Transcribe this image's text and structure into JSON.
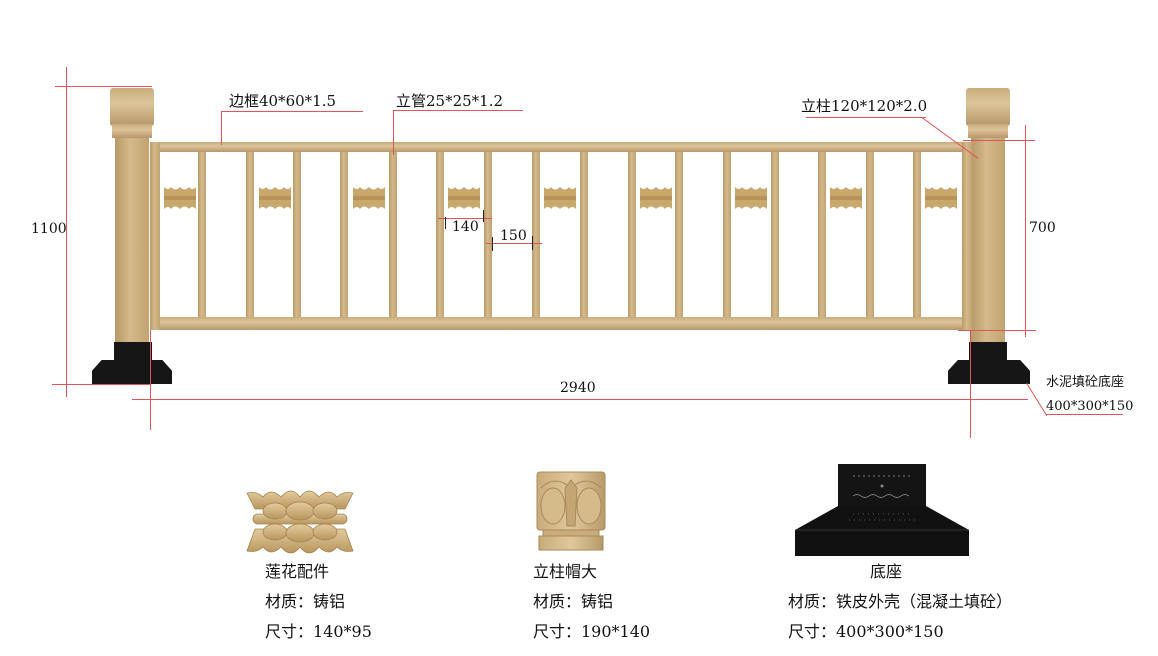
{
  "drawing": {
    "labels": {
      "frame": "边框40*60*1.5",
      "tube": "立管25*25*1.2",
      "post": "立柱120*120*2.0",
      "base_name": "水泥填砼底座",
      "base_size": "400*300*150"
    },
    "dimensions": {
      "total_height": "1100",
      "panel_height": "700",
      "total_length": "2940",
      "ornament_width": "140",
      "bar_gap": "150"
    },
    "colors": {
      "metal": "#c9ad7e",
      "dim_line": "#e0555a",
      "base": "#161616"
    }
  },
  "parts": [
    {
      "name": "莲花配件",
      "material": "材质：铸铝",
      "size": "尺寸：140*95"
    },
    {
      "name": "立柱帽大",
      "material": "材质：铸铝",
      "size": "尺寸：190*140"
    },
    {
      "name": "底座",
      "material": "材质：铁皮外壳（混凝土填砼）",
      "size": "尺寸：400*300*150"
    }
  ]
}
